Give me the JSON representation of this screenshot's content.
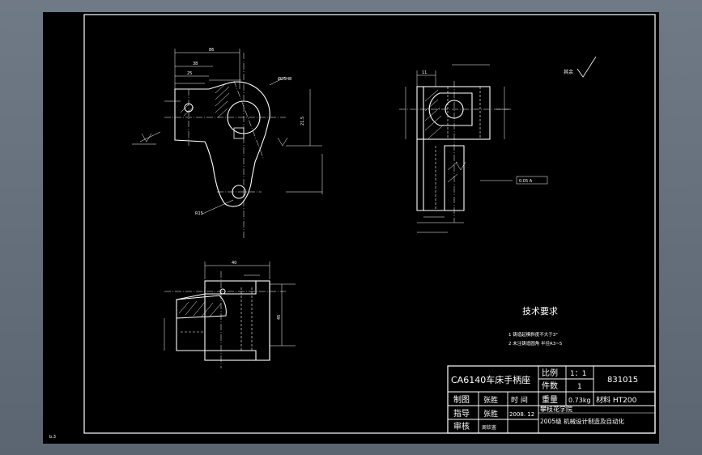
{
  "title_block": {
    "part_name": "CA6140车床手柄座",
    "scale_label": "比例",
    "scale_value": "1：1",
    "drawing_number": "831015",
    "quantity_label": "件数",
    "quantity_value": "1",
    "drawn_label": "制图",
    "drawn_name": "张胜",
    "time_label": "时 间",
    "weight_label": "重量",
    "weight_value": "0.73kg",
    "material": "材料 HT200",
    "guide_label": "指导",
    "guide_name": "张胜",
    "date_value": "2008. 12",
    "school": "攀枝花学院",
    "class_name": "2005级 机械设计制造及自动化",
    "review_label": "审核",
    "review_name": "周钦崟"
  },
  "technical_requirements": {
    "heading": "技术要求",
    "items": [
      "1 铸造起模斜度不大于3°",
      "2 未注铸造圆角 半径R3~5"
    ]
  },
  "roughness_note": "其余",
  "corner_mark": "b.3",
  "dimension_labels": {
    "front_top": "86",
    "front_38": "38",
    "front_25": "25",
    "front_ref": "Ø25H8",
    "front_r15": "R15",
    "front_side": "21.5",
    "side_top": "11",
    "side_tol": "0.05 A",
    "bottom_top": "40",
    "bottom_side": "45"
  }
}
